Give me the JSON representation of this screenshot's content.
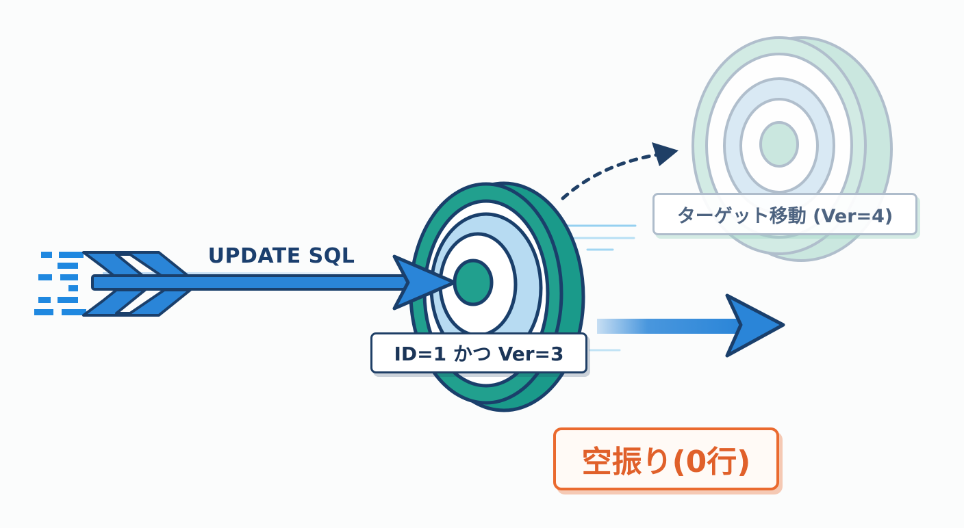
{
  "labels": {
    "sql": "UPDATE SQL",
    "condition": "ID=1 かつ Ver=3",
    "moved_target": "ターゲット移動 (Ver=4)",
    "result": "空振り(0行)"
  },
  "icons": {
    "arrow": "arrow-icon",
    "current_target": "target-icon",
    "moved_target": "target-icon",
    "miss_arrow": "arrow-right-icon",
    "move_path": "dotted-curved-arrow-icon"
  },
  "colors": {
    "arrow_blue": "#2a85d8",
    "outline_navy": "#1a3f6b",
    "target_teal": "#21a08e",
    "target_ring_light": "#b7dbf2",
    "faded_teal": "#c6e6dd",
    "faded_ring": "#d7e8f4",
    "faded_outline": "#aab9c8",
    "result_orange": "#ea6a2f"
  }
}
